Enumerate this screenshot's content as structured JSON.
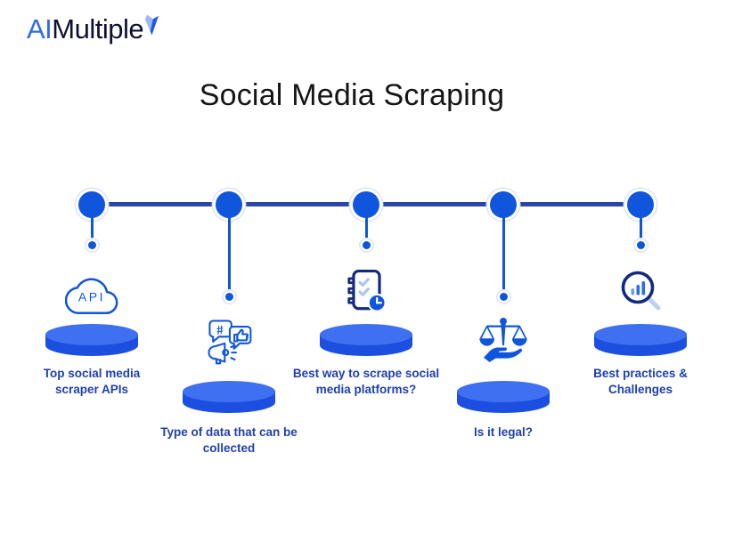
{
  "logo": {
    "text_primary": "AI",
    "text_secondary": "Multiple"
  },
  "title": "Social Media Scraping",
  "colors": {
    "accent_blue": "#0f56dc",
    "timeline_navy": "#2945a6",
    "icon_dark_navy": "#142a7e",
    "label_blue": "#1f3fae",
    "pedestal_top": "#3f70f2",
    "pedestal_body": "#1c4fe0",
    "light_check_blue": "#a9c7f4"
  },
  "timeline": {
    "items": [
      {
        "label": "Top social media scraper APIs",
        "icon": "api-cloud",
        "icon_text": "API",
        "position": "high"
      },
      {
        "label": "Type of data that can be collected",
        "icon": "social-engagement",
        "icon_text": "#",
        "position": "low"
      },
      {
        "label": "Best way to scrape social media platforms?",
        "icon": "checklist-clock",
        "position": "high"
      },
      {
        "label": "Is it legal?",
        "icon": "scales-hand",
        "position": "low"
      },
      {
        "label": "Best practices & Challenges",
        "icon": "magnifier-chart",
        "position": "high"
      }
    ]
  }
}
